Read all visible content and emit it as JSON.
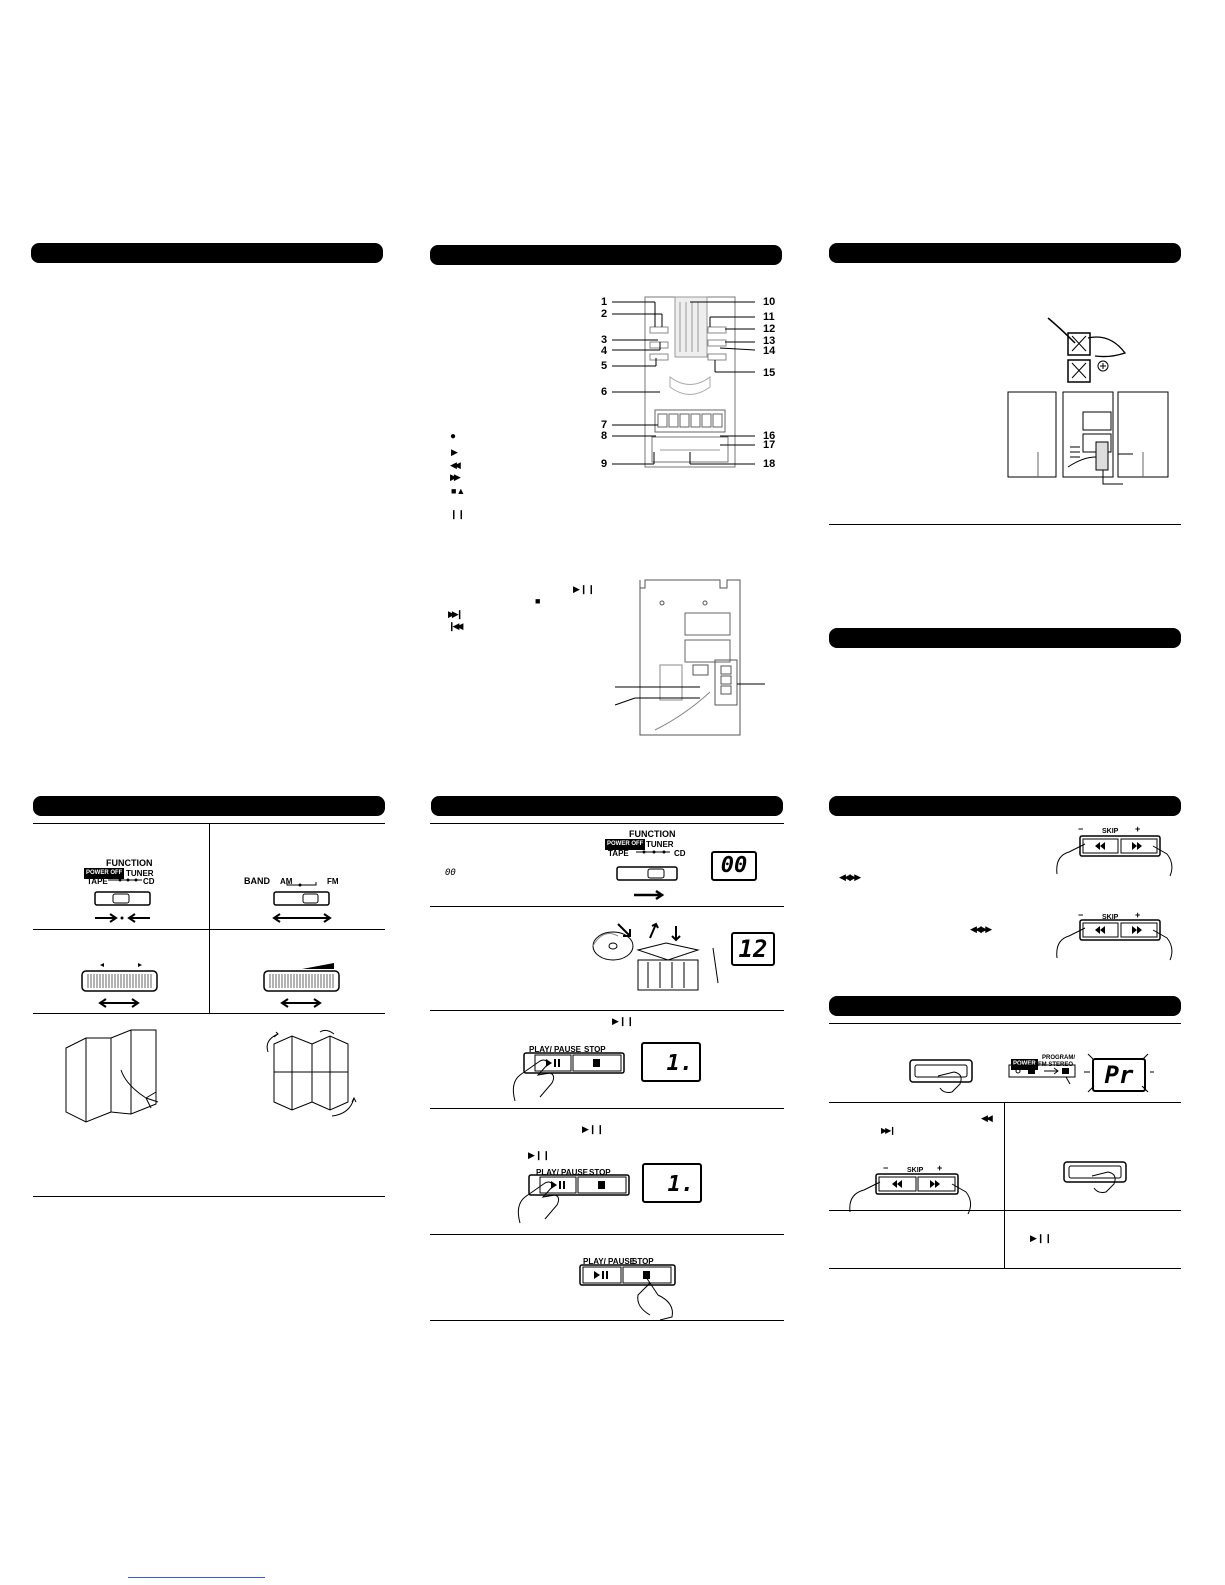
{
  "front_panel": {
    "callouts_left": [
      "1",
      "2",
      "3",
      "4",
      "5",
      "6",
      "7",
      "8",
      "9"
    ],
    "callouts_right": [
      "10",
      "11",
      "12",
      "13",
      "14",
      "15",
      "16",
      "17",
      "18"
    ]
  },
  "tape_symbols": {
    "record": "●",
    "play": "▶",
    "rewind": "◀◀",
    "fast_forward": "▶▶",
    "stop_eject": "■▲",
    "pause": "❙❙"
  },
  "cd_symbols": {
    "play_pause": "▶❙❙",
    "stop": "■",
    "skip_forward": "▶▶❙",
    "skip_back": "❙◀◀"
  },
  "function_selector": {
    "title": "FUNCTION",
    "badge": "POWER OFF",
    "tuner": "TUNER",
    "tape": "TAPE",
    "cd": "CD"
  },
  "band_selector": {
    "band": "BAND",
    "am": "AM",
    "fm": "FM"
  },
  "displays": {
    "cd_ready": "00",
    "tracks_total": "12",
    "track_one": "1.",
    "track_one_paused": "1.",
    "program": "Pr",
    "small_indicator": "00"
  },
  "cd_buttons": {
    "play_pause_label": "PLAY/ PAUSE",
    "stop_label": "STOP",
    "play_pause_icon": "▶❙❙",
    "stop_icon": "■"
  },
  "skip": {
    "label": "SKIP",
    "minus": "−",
    "plus": "+",
    "back_icon": "◀◀",
    "forward_icon": "▶▶",
    "inline_icons": "◀◀ ▶▶"
  },
  "program_panel": {
    "power_label": "POWER",
    "program_label": "PROGRAM/",
    "fm_stereo_label": "FM STEREO"
  },
  "inline": {
    "play_pause": "▶❙❙",
    "skip_back": "◀◀",
    "skip_fwd": "▶▶❙"
  }
}
